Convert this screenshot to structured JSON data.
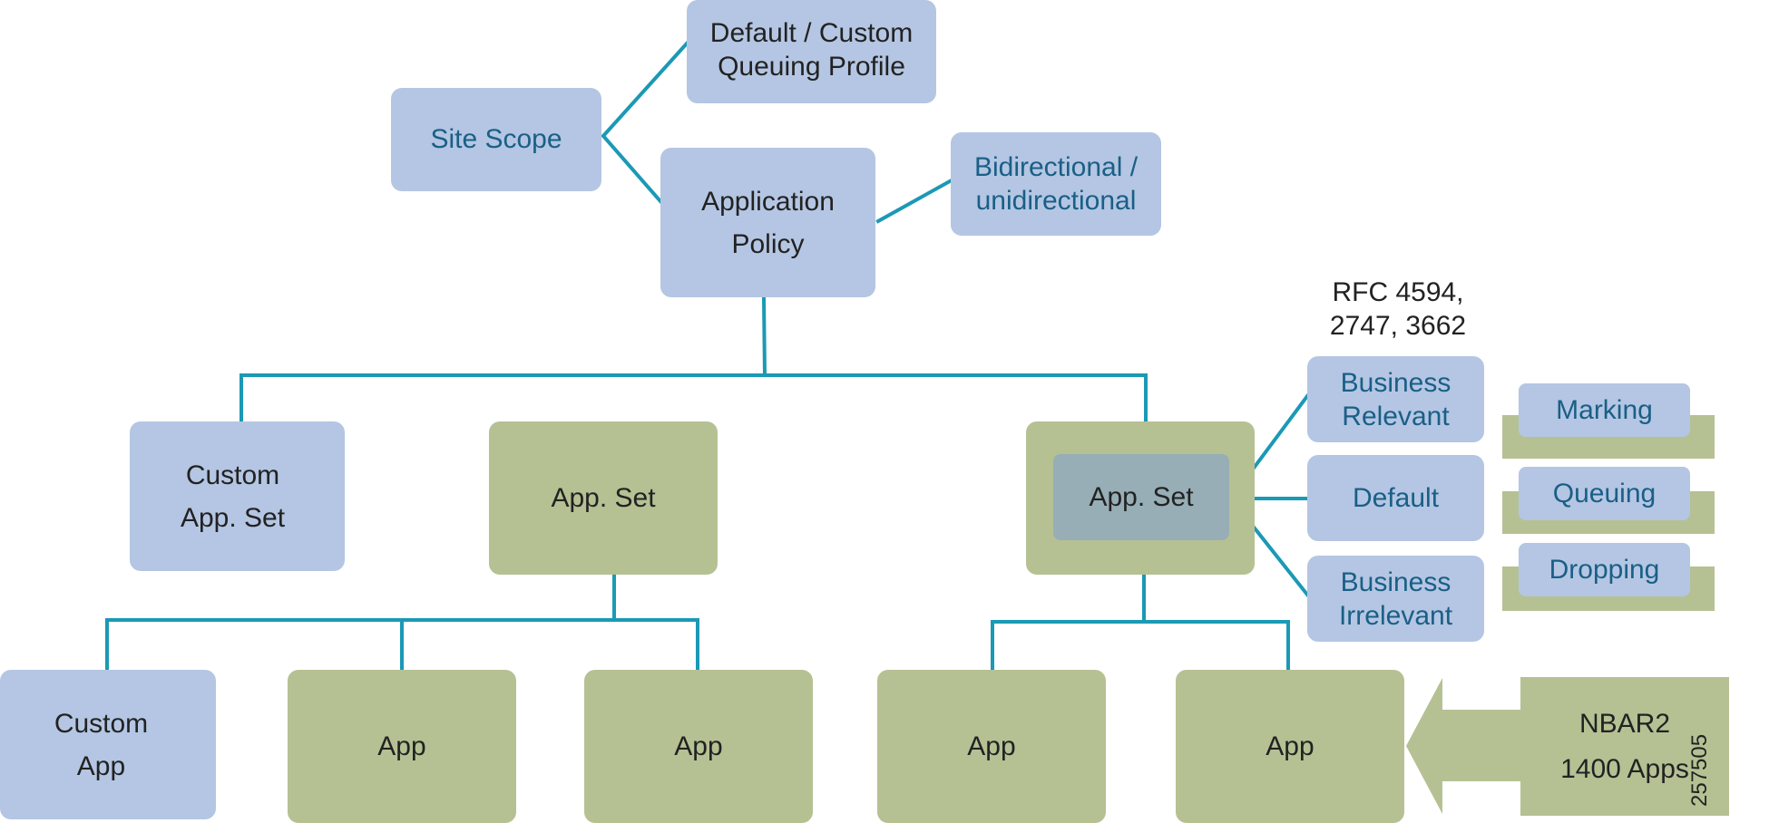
{
  "nodes": {
    "site_scope": "Site Scope",
    "queuing_profile": [
      "Default  / Custom",
      "Queuing Profile"
    ],
    "application_policy": [
      "Application",
      "Policy"
    ],
    "direction": [
      "Bidirectional /",
      "unidirectional"
    ],
    "custom_app_set": [
      "Custom",
      "App. Set"
    ],
    "app_set_middle": "App. Set",
    "app_set_right": "App. Set",
    "rfc_note": [
      "RFC 4594,",
      "2747, 3662"
    ],
    "business_relevant": [
      "Business",
      "Relevant"
    ],
    "default": "Default",
    "business_irrelevant": [
      "Business",
      "Irrelevant"
    ],
    "marking": "Marking",
    "queuing": "Queuing",
    "dropping": "Dropping",
    "custom_app": [
      "Custom",
      "App"
    ],
    "app": "App",
    "nbar2": [
      "NBAR2",
      "1400 Apps"
    ]
  },
  "figure_id": "257505",
  "colors": {
    "blue_box": "#b4c6e3",
    "green_box": "#b5c193",
    "steel_box": "#97aeb6",
    "connector": "#1b99b5",
    "teal_text": "#1a5f86",
    "dark_text": "#222222"
  }
}
